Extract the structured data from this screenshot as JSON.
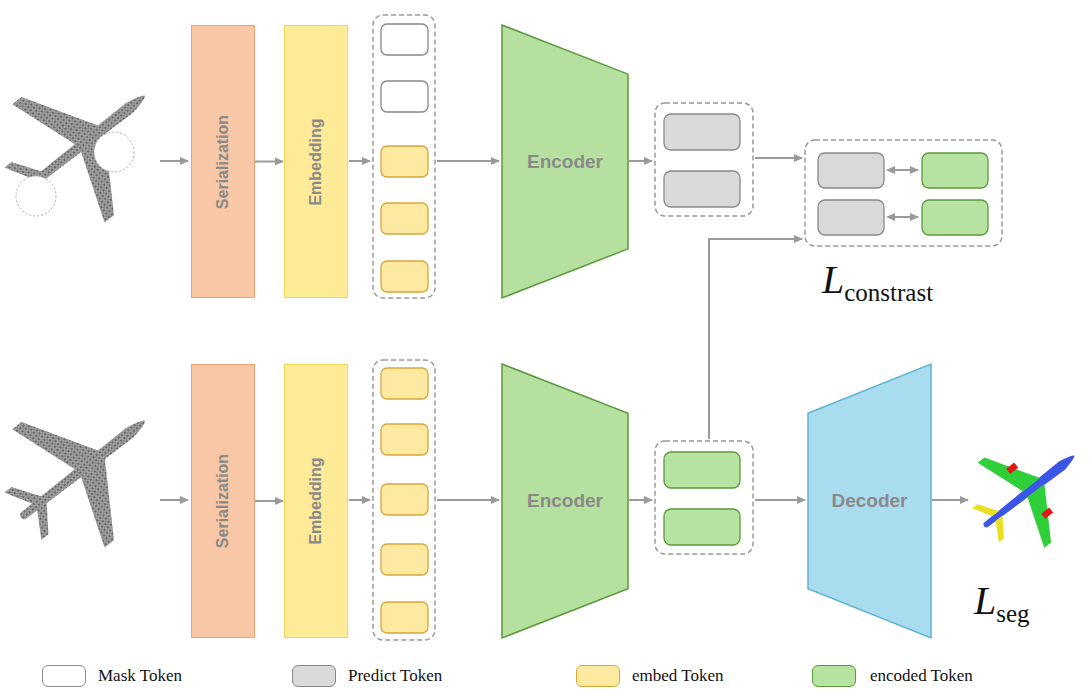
{
  "diagram": {
    "nodes": [
      {
        "text": [
          "Serialization"
        ]
      },
      {
        "text": [
          "Embedding"
        ]
      },
      {
        "text": [
          "Encoder"
        ]
      },
      {
        "text": [
          "Serialization"
        ]
      },
      {
        "text": [
          "Embedding"
        ]
      },
      {
        "text": [
          "Encoder"
        ]
      },
      {
        "text": [
          "Decoder"
        ]
      }
    ],
    "edges": [
      {
        "from": 0,
        "to": 1,
        "arrow": "to"
      },
      {
        "from": 3,
        "to": 4,
        "arrow": "to"
      }
    ],
    "labels": [
      "L",
      "constrast",
      "L",
      "seg"
    ],
    "legend": [
      {
        "text": "Mask Token",
        "color": "#ffffff"
      },
      {
        "text": "Predict Token",
        "color": "#d9d9d9"
      },
      {
        "text": "embed Token",
        "color": "#fde9a0"
      },
      {
        "text": "encoded Token",
        "color": "#b6e3a1"
      }
    ]
  }
}
